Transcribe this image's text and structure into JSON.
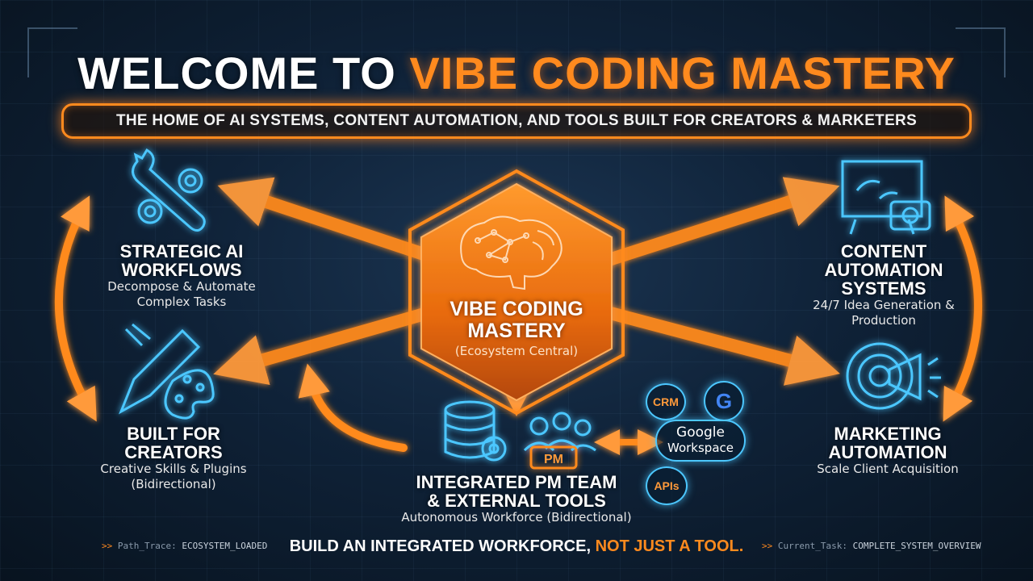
{
  "header": {
    "title_part1": "WELCOME TO",
    "title_part2": "VIBE CODING MASTERY",
    "subtitle": "THE HOME OF AI SYSTEMS, CONTENT AUTOMATION, AND TOOLS BUILT FOR CREATORS & MARKETERS"
  },
  "center": {
    "title": "VIBE CODING MASTERY",
    "subtitle": "(Ecosystem Central)"
  },
  "nodes": {
    "strategic": {
      "title": "STRATEGIC AI WORKFLOWS",
      "subtitle": "Decompose & Automate Complex Tasks"
    },
    "creators": {
      "title": "BUILT FOR CREATORS",
      "subtitle": "Creative Skills & Plugins (Bidirectional)"
    },
    "content": {
      "title": "CONTENT AUTOMATION SYSTEMS",
      "subtitle": "24/7 Idea Generation & Production"
    },
    "marketing": {
      "title": "MARKETING AUTOMATION",
      "subtitle": "Scale Client Acquisition"
    },
    "pm_team": {
      "title": "INTEGRATED PM TEAM & EXTERNAL TOOLS",
      "subtitle": "Autonomous Workforce (Bidirectional)"
    }
  },
  "tools": {
    "crm": "CRM",
    "google_g": "G",
    "google": "Google",
    "workspace": "Workspace",
    "apis": "APIs",
    "pm_badge": "PM"
  },
  "footer": {
    "part1": "BUILD AN INTEGRATED WORKFORCE,",
    "part2": "NOT JUST A TOOL."
  },
  "trace_left": {
    "prompt": ">>",
    "key": "Path_Trace:",
    "value": "ECOSYSTEM_LOADED"
  },
  "trace_right": {
    "prompt": ">>",
    "key": "Current_Task:",
    "value": "COMPLETE_SYSTEM_OVERVIEW"
  },
  "colors": {
    "accent": "#ff8a1e",
    "cyan": "#4cc7ff",
    "background": "#0f2238"
  },
  "icons": {
    "strategic": "wrench-gears-icon",
    "creators": "pencil-palette-icon",
    "content": "whiteboard-camera-icon",
    "marketing": "target-megaphone-icon",
    "pm_team": "database-team-icon",
    "center": "brain-network-icon"
  }
}
